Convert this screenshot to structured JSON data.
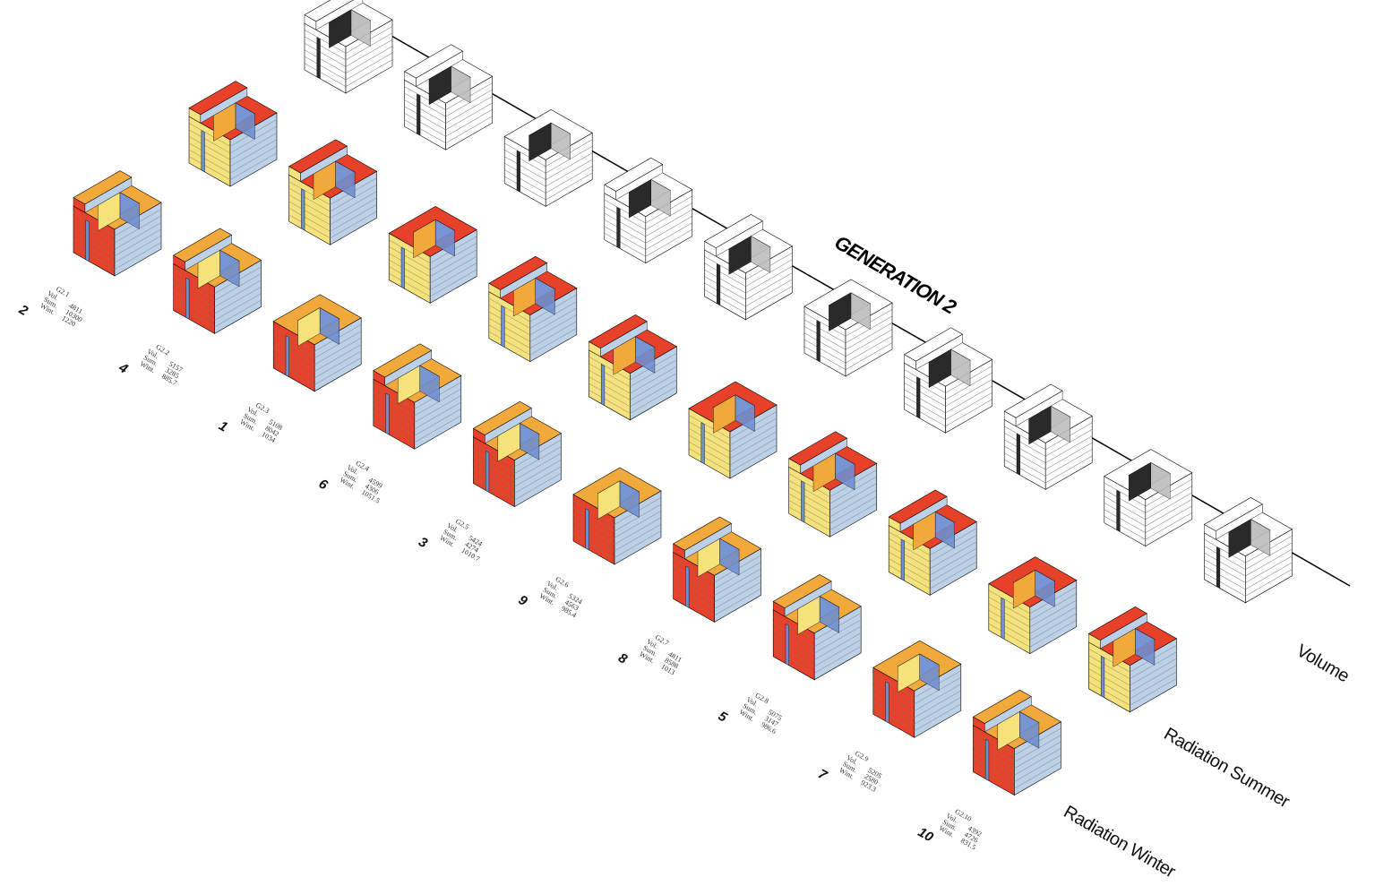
{
  "title": "GENERATION 2",
  "row_labels": {
    "volume": "Volume",
    "summer": "Radiation Summer",
    "winter": "Radiation Winter"
  },
  "field_names": [
    "Vol.",
    "Sum.",
    "Wint."
  ],
  "colors": {
    "hot": "#e8412a",
    "warm": "#f2a93b",
    "yellow": "#f5e27a",
    "cool": "#bcd0e8",
    "shade": "#6f8fd0",
    "volume_fill": "#ffffff",
    "volume_shadow": "#2a2a2a",
    "line": "#000000"
  },
  "iterations": [
    {
      "id": "G2.1",
      "vol": "4811",
      "sum": "10300",
      "wint": "1220",
      "rank": "2"
    },
    {
      "id": "G2.2",
      "vol": "5157",
      "sum": "3285",
      "wint": "885.7",
      "rank": "4"
    },
    {
      "id": "G2.3",
      "vol": "5108",
      "sum": "8042",
      "wint": "1034",
      "rank": "1"
    },
    {
      "id": "G2.4",
      "vol": "4599",
      "sum": "4306",
      "wint": "1051.5",
      "rank": "6"
    },
    {
      "id": "G2.5",
      "vol": "5424",
      "sum": "4274",
      "wint": "1010.7",
      "rank": "3"
    },
    {
      "id": "G2.6",
      "vol": "5324",
      "sum": "4563",
      "wint": "985.4",
      "rank": "9"
    },
    {
      "id": "G2.7",
      "vol": "4811",
      "sum": "8588",
      "wint": "1013",
      "rank": "8"
    },
    {
      "id": "G2.8",
      "vol": "5075",
      "sum": "3147",
      "wint": "986.6",
      "rank": "5"
    },
    {
      "id": "G2.9",
      "vol": "5205",
      "sum": "2580",
      "wint": "923.3",
      "rank": "7"
    },
    {
      "id": "G2.10",
      "vol": "4392",
      "sum": "4726",
      "wint": "831.5",
      "rank": "10"
    }
  ]
}
